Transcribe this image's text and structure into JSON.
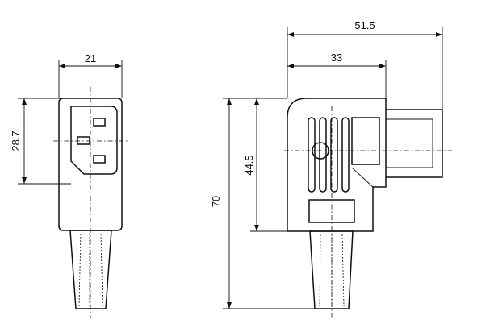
{
  "dimensions": {
    "front_width": "21",
    "front_socket_height": "28.7",
    "side_total_length": "51.5",
    "side_body_length": "33",
    "side_body_height": "44.5",
    "side_total_height": "70"
  }
}
